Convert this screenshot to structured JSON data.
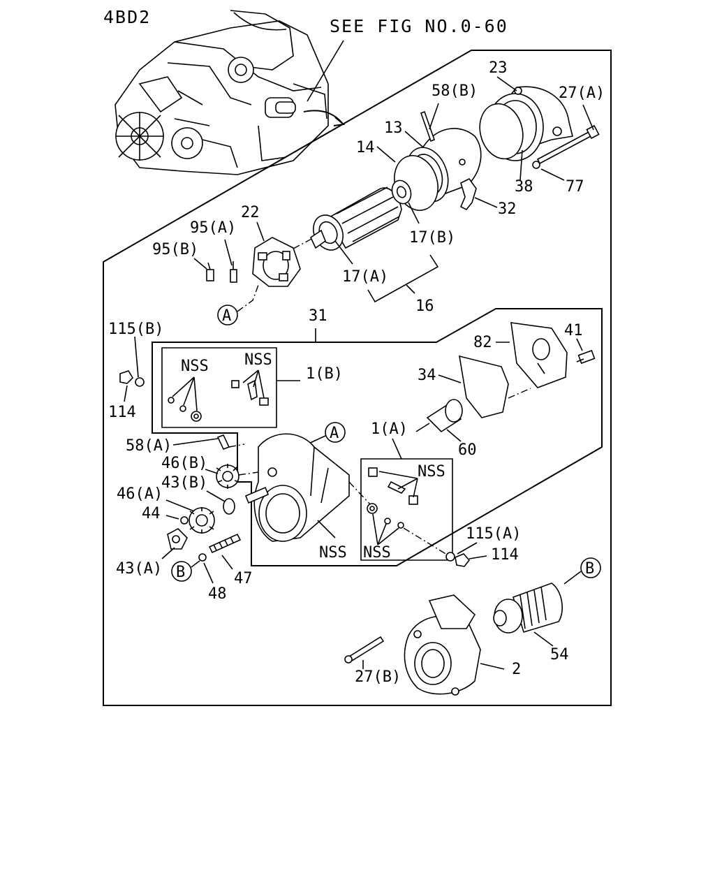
{
  "header": {
    "model": "4BD2",
    "reference": "SEE FIG NO.0-60"
  },
  "labels": {
    "p23": "23",
    "p58b": "58(B)",
    "p27a": "27(A)",
    "p13": "13",
    "p14": "14",
    "p38": "38",
    "p77": "77",
    "p32": "32",
    "p22": "22",
    "p95a": "95(A)",
    "p95b": "95(B)",
    "p17b": "17(B)",
    "p17a": "17(A)",
    "p16": "16",
    "p31": "31",
    "p41": "41",
    "p82": "82",
    "p115b": "115(B)",
    "nss1": "NSS",
    "nss2": "NSS",
    "p1b": "1(B)",
    "p34": "34",
    "p114a": "114",
    "p58a": "58(A)",
    "p60": "60",
    "p46b": "46(B)",
    "p1a": "1(A)",
    "nss3": "NSS",
    "p43b": "43(B)",
    "p46a": "46(A)",
    "p44": "44",
    "p115a": "115(A)",
    "nss4": "NSS",
    "nss5": "NSS",
    "p114b": "114",
    "p43a": "43(A)",
    "p47": "47",
    "p48": "48",
    "p54": "54",
    "p2": "2",
    "p27b": "27(B)"
  },
  "callouts": {
    "a1": "A",
    "a2": "A",
    "b1": "B",
    "b2": "B"
  }
}
